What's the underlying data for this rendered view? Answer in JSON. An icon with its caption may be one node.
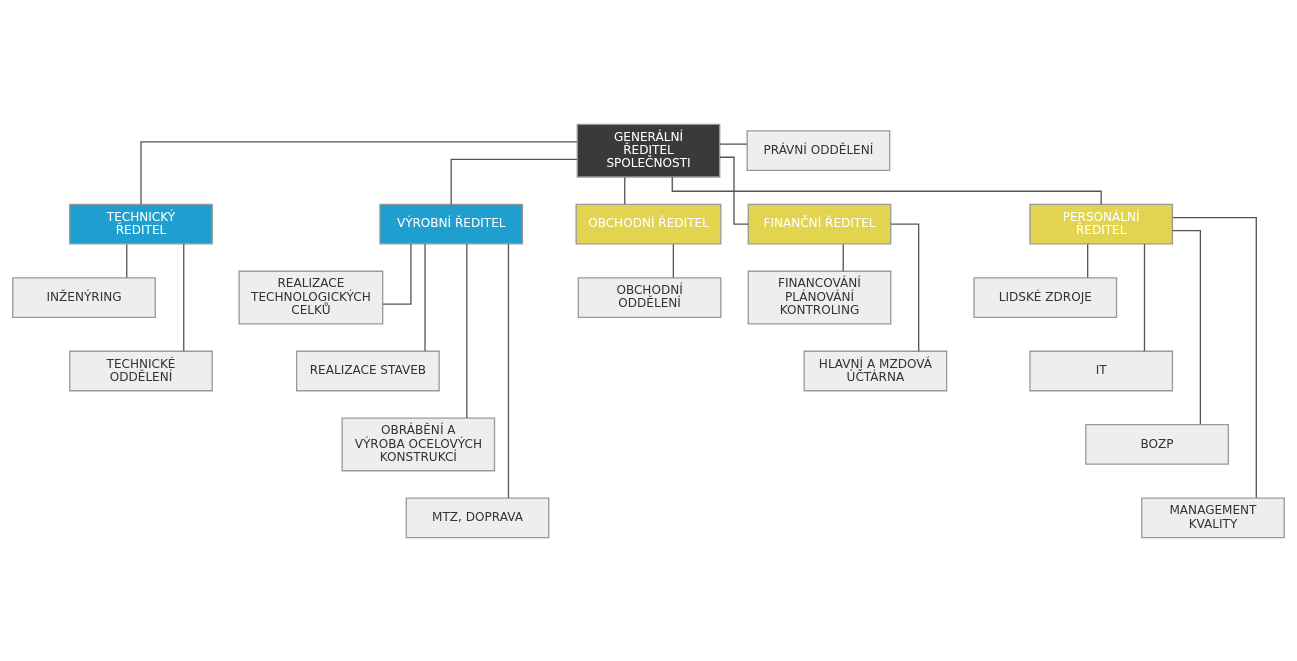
{
  "diagram": {
    "nodes": [
      {
        "text": [
          "GENERÁLNÍ ŘEDITEL SPOLEČNOSTI"
        ]
      },
      {
        "text": [
          "PRÁVNÍ ODDĚLENÍ"
        ]
      },
      {
        "text": [
          "TECHNICKÝ ŘEDITEL"
        ]
      },
      {
        "text": [
          "VÝROBNÍ ŘEDITEL"
        ]
      },
      {
        "text": [
          "OBCHODNÍ ŘEDITEL"
        ]
      },
      {
        "text": [
          "FINANČNÍ ŘEDITEL"
        ]
      },
      {
        "text": [
          "PERSONÁLNÍ ŘEDITEL"
        ]
      },
      {
        "text": [
          "INŽENÝRING"
        ]
      },
      {
        "text": [
          "TECHNICKÉ ODDĚLENÍ"
        ]
      },
      {
        "text": [
          "REALIZACE TECHNOLOGICKÝCH CELKŮ"
        ]
      },
      {
        "text": [
          "REALIZACE STAVEB"
        ]
      },
      {
        "text": [
          "OBRÁBĚNÍ A VÝROBA OCELOVÝCH KONSTRUKCÍ"
        ]
      },
      {
        "text": [
          "MTZ, DOPRAVA"
        ]
      },
      {
        "text": [
          "OBCHODNÍ ODDĚLENÍ"
        ]
      },
      {
        "text": [
          "FINANCOVÁNÍ PLÁNOVÁNÍ KONTROLING"
        ]
      },
      {
        "text": [
          "HLAVNÍ A MZDOVÁ ÚČTÁRNA"
        ]
      },
      {
        "text": [
          "LIDSKÉ ZDROJE"
        ]
      },
      {
        "text": [
          "IT"
        ]
      },
      {
        "text": [
          "BOZP"
        ]
      },
      {
        "text": [
          "MANAGEMENT KVALITY"
        ]
      }
    ],
    "edges": [
      {
        "from": 0,
        "to": 1,
        "arrow": "none"
      },
      {
        "from": 0,
        "to": 2,
        "arrow": "none"
      },
      {
        "from": 0,
        "to": 3,
        "arrow": "none"
      },
      {
        "from": 0,
        "to": 4,
        "arrow": "none"
      },
      {
        "from": 0,
        "to": 5,
        "arrow": "none"
      },
      {
        "from": 0,
        "to": 6,
        "arrow": "none"
      },
      {
        "from": 2,
        "to": 7,
        "arrow": "none"
      },
      {
        "from": 2,
        "to": 8,
        "arrow": "none"
      },
      {
        "from": 3,
        "to": 9,
        "arrow": "none"
      },
      {
        "from": 3,
        "to": 10,
        "arrow": "none"
      },
      {
        "from": 3,
        "to": 11,
        "arrow": "none"
      },
      {
        "from": 3,
        "to": 12,
        "arrow": "none"
      },
      {
        "from": 4,
        "to": 13,
        "arrow": "none"
      },
      {
        "from": 5,
        "to": 14,
        "arrow": "none"
      },
      {
        "from": 5,
        "to": 15,
        "arrow": "none"
      },
      {
        "from": 6,
        "to": 16,
        "arrow": "none"
      },
      {
        "from": 6,
        "to": 17,
        "arrow": "none"
      },
      {
        "from": 6,
        "to": 18,
        "arrow": "none"
      },
      {
        "from": 6,
        "to": 19,
        "arrow": "none"
      }
    ]
  }
}
